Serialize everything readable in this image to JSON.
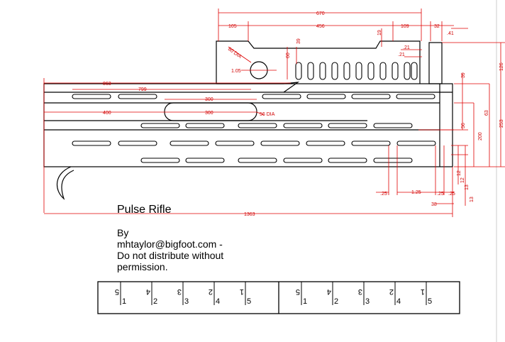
{
  "title": "Pulse Rifle",
  "note": {
    "by": "By",
    "author": "mhtaylor@bigfoot.com -",
    "line3": "Do not distribute without",
    "line4": "permission."
  },
  "dimensions": {
    "d670": "670",
    "d105": "105",
    "d456": "456",
    "d109": "109",
    "d32": "32",
    "d41": ".41",
    "d19": "19",
    "d39a": "39",
    "d21a": ".21",
    "d21b": ".21",
    "d60": "60",
    "d80dia": "80 DIA",
    "d105b": "1.05",
    "d863": "863",
    "d799": "799",
    "d300a": "300",
    "d300b": "300",
    "d400": "400",
    "d56dia": "56 DIA",
    "d126": "126",
    "d39b": "39",
    "d63": "63",
    "d56": "56",
    "d200": "200",
    "d253": "253",
    "d12a": "12",
    "d12b": "12",
    "d13a": "13",
    "d13b": "13",
    "d25a": ".25",
    "d125": "1.25",
    "d25b": ".25",
    "d25c": ".25",
    "d38": "38",
    "d1363": "1363"
  },
  "ruler_labels": [
    "5",
    "1",
    "4",
    "2",
    "3",
    "3",
    "2",
    "4",
    "1",
    "5",
    "5",
    "1",
    "4",
    "2",
    "3",
    "3",
    "2",
    "4",
    "1",
    "5"
  ],
  "colors": {
    "dimension": "#e00000",
    "outline": "#000000"
  }
}
